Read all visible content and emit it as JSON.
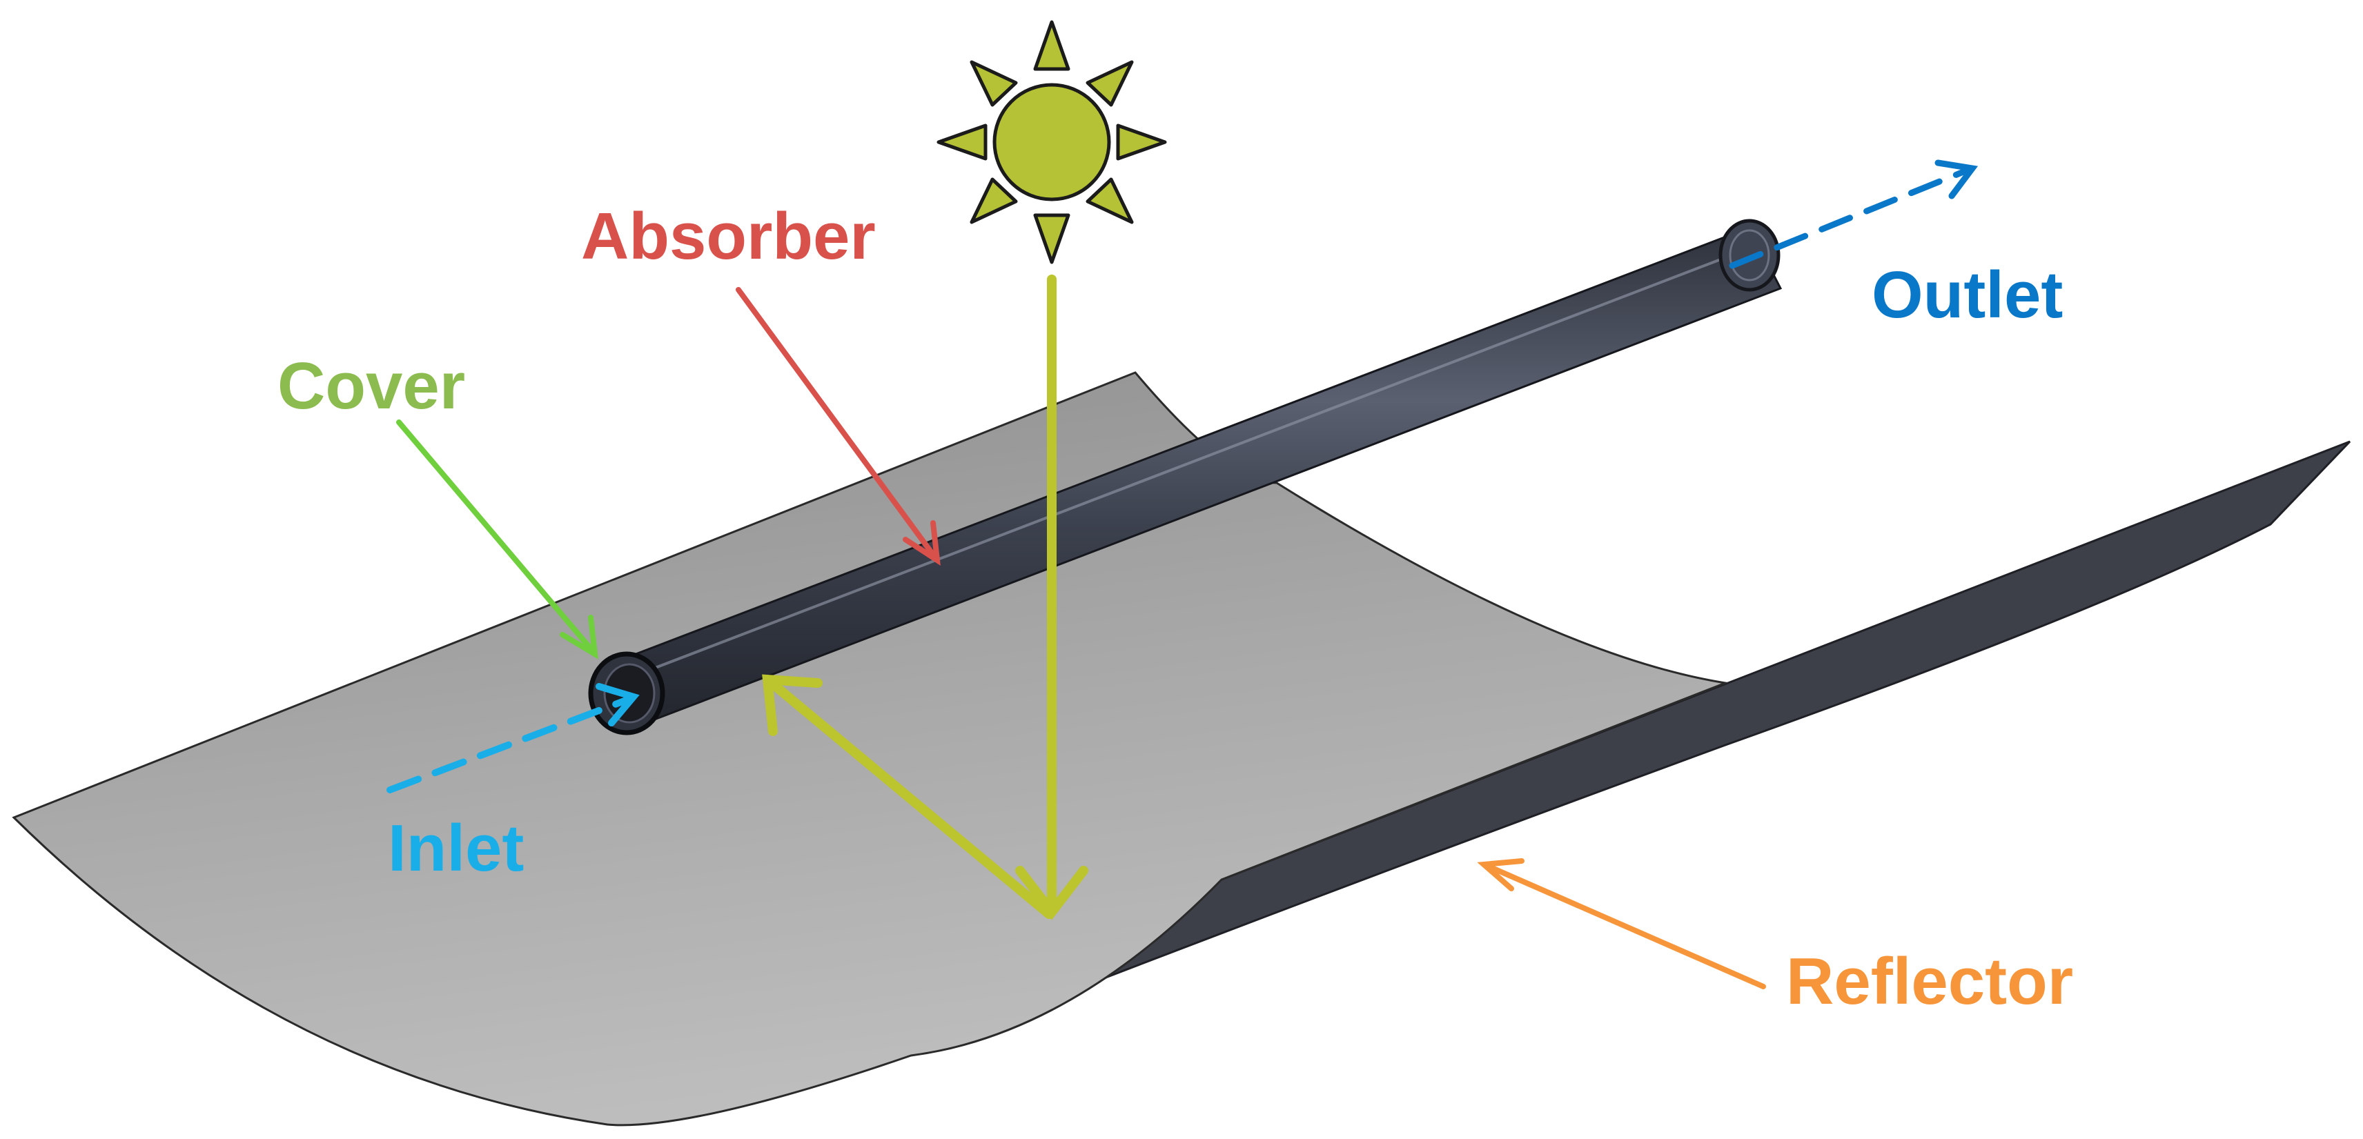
{
  "labels": {
    "absorber": "Absorber",
    "cover": "Cover",
    "outlet": "Outlet",
    "inlet": "Inlet",
    "reflector": "Reflector"
  },
  "colors": {
    "absorber": "#d9514b",
    "cover": "#8cbc4f",
    "cover_arrow": "#6fcf3c",
    "outlet": "#0a78c8",
    "inlet": "#1aaee8",
    "reflector": "#f7953a",
    "sun": "#b5c236",
    "ray": "#bcc42e",
    "reflector_surface": "#a6a6a6",
    "reflector_edge": "#3e4049",
    "tube": "#3f4452"
  },
  "icons": {
    "sun": "sun-icon"
  }
}
